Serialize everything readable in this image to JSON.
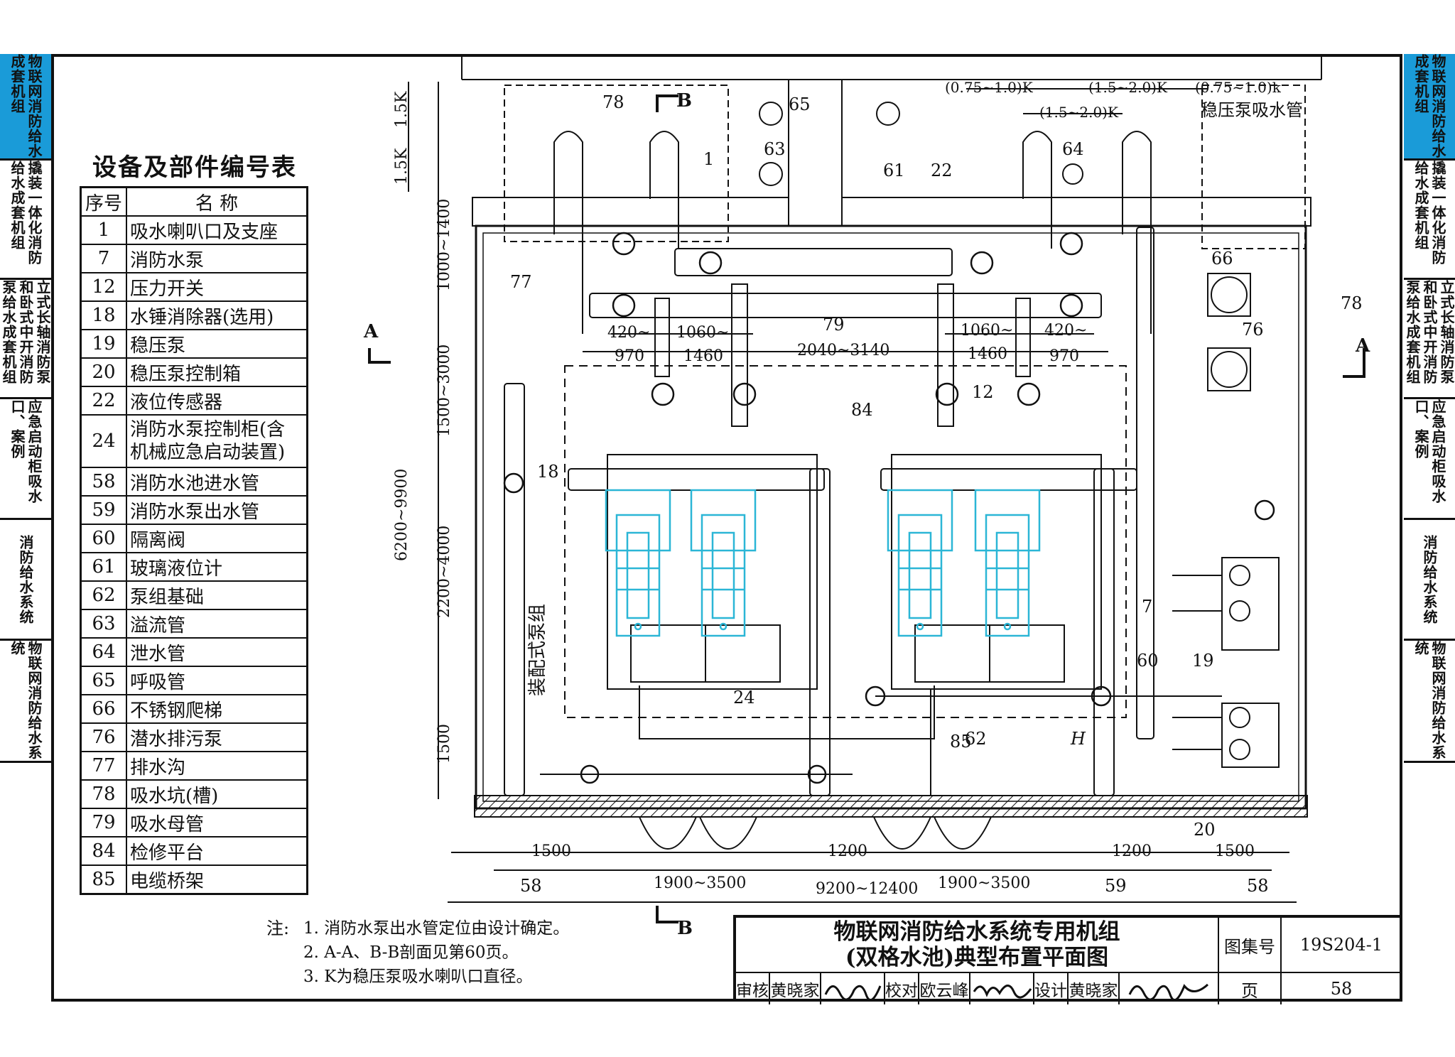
{
  "left_tabs": [
    {
      "label": "物联网消防给水成套机组",
      "active": true
    },
    {
      "label": "撬装一体化消防给水成套机组",
      "active": false
    },
    {
      "label": "立式长轴消防泵和卧式中开消防泵给水成套机组",
      "active": false
    },
    {
      "label": "应急启动柜吸水口、案例",
      "active": false
    },
    {
      "label": "消防给水系统",
      "active": false
    },
    {
      "label": "物联网消防给水系统",
      "active": false
    }
  ],
  "right_tabs": [
    {
      "label": "物联网消防给水成套机组",
      "active": true
    },
    {
      "label": "撬装一体化消防给水成套机组",
      "active": false
    },
    {
      "label": "立式长轴消防泵和卧式中开消防泵给水成套机组",
      "active": false
    },
    {
      "label": "应急启动柜吸水口、案例",
      "active": false
    },
    {
      "label": "消防给水系统",
      "active": false
    },
    {
      "label": "物联网消防给水系统",
      "active": false
    }
  ],
  "equipment_table": {
    "title": "设备及部件编号表",
    "headers": [
      "序号",
      "名 称"
    ],
    "rows": [
      {
        "no": "1",
        "name": "吸水喇叭口及支座"
      },
      {
        "no": "7",
        "name": "消防水泵"
      },
      {
        "no": "12",
        "name": "压力开关"
      },
      {
        "no": "18",
        "name": "水锤消除器(选用)"
      },
      {
        "no": "19",
        "name": "稳压泵"
      },
      {
        "no": "20",
        "name": "稳压泵控制箱"
      },
      {
        "no": "22",
        "name": "液位传感器"
      },
      {
        "no": "24",
        "name": "消防水泵控制柜(含机械应急启动装置)"
      },
      {
        "no": "58",
        "name": "消防水池进水管"
      },
      {
        "no": "59",
        "name": "消防水泵出水管"
      },
      {
        "no": "60",
        "name": "隔离阀"
      },
      {
        "no": "61",
        "name": "玻璃液位计"
      },
      {
        "no": "62",
        "name": "泵组基础"
      },
      {
        "no": "63",
        "name": "溢流管"
      },
      {
        "no": "64",
        "name": "泄水管"
      },
      {
        "no": "65",
        "name": "呼吸管"
      },
      {
        "no": "66",
        "name": "不锈钢爬梯"
      },
      {
        "no": "76",
        "name": "潜水排污泵"
      },
      {
        "no": "77",
        "name": "排水沟"
      },
      {
        "no": "78",
        "name": "吸水坑(槽)"
      },
      {
        "no": "79",
        "name": "吸水母管"
      },
      {
        "no": "84",
        "name": "检修平台"
      },
      {
        "no": "85",
        "name": "电缆桥架"
      }
    ]
  },
  "notes": {
    "label": "注:",
    "items": [
      "1. 消防水泵出水管定位由设计确定。",
      "2. A-A、B-B剖面见第60页。",
      "3. K为稳压泵吸水喇叭口直径。"
    ]
  },
  "title_block": {
    "title_line1": "物联网消防给水系统专用机组",
    "title_line2": "(双格水池)典型布置平面图",
    "atlas_label": "图集号",
    "atlas_no": "19S204-1",
    "page_label": "页",
    "page_no": "58",
    "review_label": "审核",
    "reviewer": "黄晓家",
    "check_label": "校对",
    "checker": "欧云峰",
    "design_label": "设计",
    "designer": "黄晓家",
    "sig_reviewer": "黄晓家",
    "sig_checker": "欧云峰",
    "sig_designer": "黄晓家"
  },
  "drawing": {
    "section_marks": {
      "a": "A",
      "b": "B"
    },
    "callouts": {
      "c78a": "78",
      "c1": "1",
      "c65": "65",
      "c63": "63",
      "c61": "61",
      "c22": "22",
      "c64": "64",
      "c66": "66",
      "c76": "76",
      "c78b": "78",
      "c77": "77",
      "c79": "79",
      "c84": "84",
      "c12": "12",
      "c18": "18",
      "c7": "7",
      "c19": "19",
      "c60": "60",
      "c24": "24",
      "c62": "62",
      "c85": "85",
      "c20": "20",
      "c58a": "58",
      "c59": "59",
      "c58b": "58",
      "h": "H"
    },
    "texts": {
      "k_075_a": "(0.75~1.0)K",
      "k_15_a": "(1.5~2.0)K",
      "k_075_b": "(0.75~1.0)k",
      "k_15_b": "(1.5~2.0)K",
      "suction": "稳压泵吸水管",
      "k15_1": "1.5K",
      "k15_2": "1.5K",
      "assembled": "装配式泵组"
    },
    "dims": {
      "d1000_1400": "1000~1400",
      "d1500_3000": "1500~3000",
      "d2200_4000": "2200~4000",
      "d1500_v": "1500",
      "d6200_9900": "6200~9900",
      "d420_l": "420~",
      "d1060_l": "1060~",
      "d2040_3140": "2040~3140",
      "d1060_r": "1060~",
      "d420_r": "420~",
      "d970_l": "970",
      "d1460_l": "1460",
      "d1460_r": "1460",
      "d970_r": "970",
      "d1500_bl": "1500",
      "d1200_bl": "1200",
      "d1200_br": "1200",
      "d1500_br": "1500",
      "d1900_3500_l": "1900~3500",
      "d1900_3500_r": "1900~3500",
      "d9200_12400": "9200~12400"
    }
  },
  "colors": {
    "accent": "#1a9bd8",
    "pump": "#2bb6d6",
    "line": "#111111"
  }
}
